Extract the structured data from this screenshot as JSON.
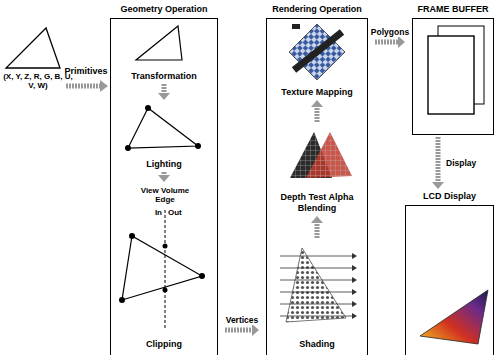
{
  "diagram": {
    "nodes": [
      {
        "text": [
          "Geometry Operation"
        ]
      },
      {
        "text": [
          "Transformation"
        ],
        "in": 0
      },
      {
        "text": [
          "Lighting"
        ],
        "in": 0
      },
      {
        "text": [
          "Clipping"
        ],
        "in": 0
      },
      {
        "text": [
          "Rendering Operation"
        ]
      },
      {
        "text": [
          "Texture Mapping"
        ],
        "in": 4
      },
      {
        "text": [
          "Depth Test Alpha Blending"
        ],
        "in": 4
      },
      {
        "text": [
          "Shading"
        ],
        "in": 4
      },
      {
        "text": [
          "FRAME BUFFER"
        ]
      },
      {
        "text": [
          "LCD Display"
        ]
      }
    ],
    "edges": [
      {
        "from": 1,
        "to": 2,
        "arrow": "to"
      },
      {
        "from": 2,
        "to": 3,
        "arrow": "to"
      },
      {
        "from": 0,
        "to": 4,
        "label": "Vertices",
        "arrow": "to"
      },
      {
        "from": 7,
        "to": 6,
        "arrow": "to"
      },
      {
        "from": 6,
        "to": 5,
        "arrow": "to"
      },
      {
        "from": 4,
        "to": 8,
        "label": "Polygons",
        "arrow": "to"
      },
      {
        "from": 8,
        "to": 9,
        "label": "Display",
        "arrow": "to"
      }
    ],
    "labels": [
      "(X, Y, Z, R, G, B, U, V, W)",
      "Primitives",
      "View Volume Edge",
      "In",
      "Out"
    ]
  }
}
